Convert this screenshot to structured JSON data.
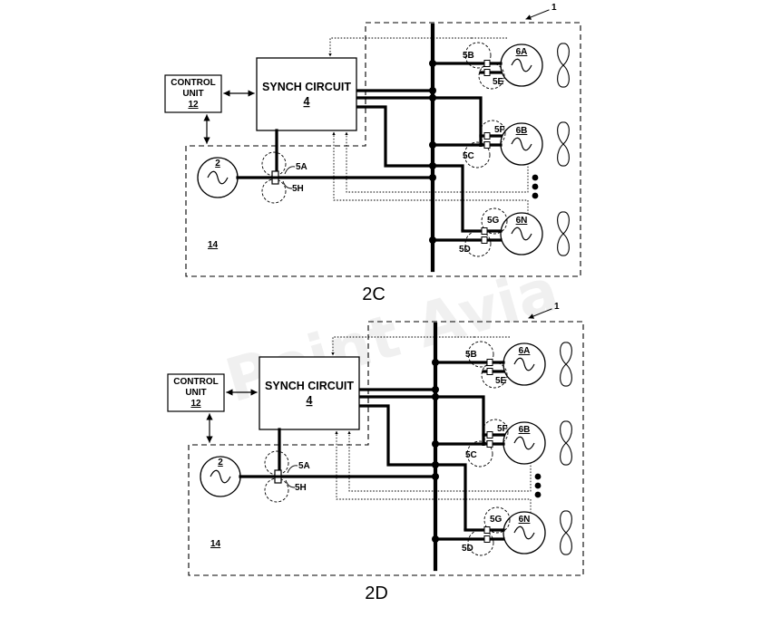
{
  "watermark": "Point Avia",
  "figures": [
    {
      "id": "2C",
      "caption": "2C",
      "ref_system": "1",
      "control_unit": {
        "line1": "CONTROL",
        "line2": "UNIT",
        "ref": "12"
      },
      "synch": {
        "title": "SYNCH CIRCUIT",
        "ref": "4"
      },
      "source_ref": "2",
      "region_ref": "14",
      "switch_main_top": "5A",
      "switch_main_bottom": "5H",
      "motors": [
        {
          "ref": "6A",
          "switch_upper": "5B",
          "switch_lower": "5E"
        },
        {
          "ref": "6B",
          "switch_upper": "5F",
          "switch_lower": "5C"
        },
        {
          "ref": "6N",
          "switch_upper": "5G",
          "switch_lower": "5D"
        }
      ]
    },
    {
      "id": "2D",
      "caption": "2D",
      "ref_system": "1",
      "control_unit": {
        "line1": "CONTROL",
        "line2": "UNIT",
        "ref": "12"
      },
      "synch": {
        "title": "SYNCH CIRCUIT",
        "ref": "4"
      },
      "source_ref": "2",
      "region_ref": "14",
      "switch_main_top": "5A",
      "switch_main_bottom": "5H",
      "motors": [
        {
          "ref": "6A",
          "switch_upper": "5B",
          "switch_lower": "5E"
        },
        {
          "ref": "6B",
          "switch_upper": "5F",
          "switch_lower": "5C"
        },
        {
          "ref": "6N",
          "switch_upper": "5G",
          "switch_lower": "5D"
        }
      ]
    }
  ]
}
